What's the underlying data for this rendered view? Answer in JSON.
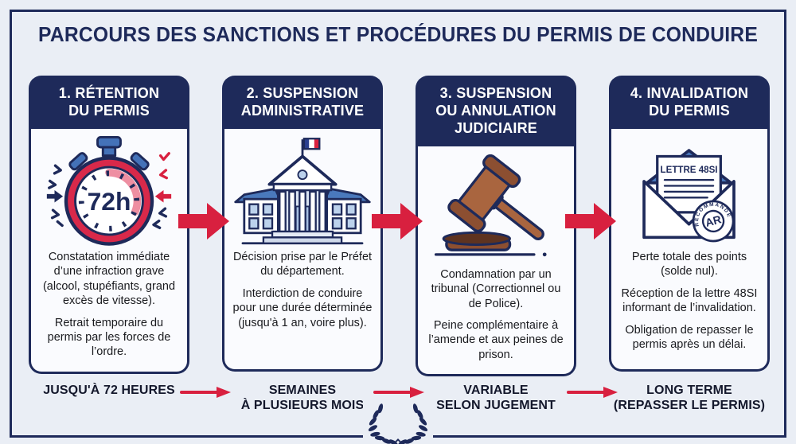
{
  "title": "PARCOURS DES SANCTIONS ET PROCÉDURES DU PERMIS DE CONDUIRE",
  "colors": {
    "navy": "#1e2a5a",
    "red": "#d8203f",
    "crimson_ring": "#d8294a",
    "pink_arc": "#ee8fa2",
    "blue": "#4472b8",
    "light_blue": "#bcd2ec",
    "brown": "#a9653f",
    "dark_brown": "#8c4f31",
    "background": "#eaeef5",
    "card_background": "#fafbfe",
    "body_text": "#191a1e"
  },
  "cards": [
    {
      "header": "1. RÉTENTION\nDU PERMIS",
      "icon": "stopwatch-72h",
      "icon_label": "72h",
      "paragraphs": [
        "Constatation immédiate d’une infraction grave (alcool, stupéfiants, grand excès de vitesse).",
        "Retrait temporaire du permis par les forces de l’ordre."
      ],
      "timeline_label": "JUSQU'À 72 HEURES"
    },
    {
      "header": "2. SUSPENSION\nADMINISTRATIVE",
      "icon": "prefecture-building",
      "paragraphs": [
        "Décision prise par le Préfet du département.",
        "Interdiction de conduire pour une durée déterminée (jusqu'à 1 an, voire plus)."
      ],
      "timeline_label": "SEMAINES\nÀ PLUSIEURS MOIS"
    },
    {
      "header": "3. SUSPENSION\nOU ANNULATION\nJUDICIAIRE",
      "icon": "justice-gavel",
      "paragraphs": [
        "Condamnation par un tribunal (Correctionnel ou de Police).",
        "Peine complémentaire à l’amende et aux peines de prison."
      ],
      "timeline_label": "VARIABLE\nSELON JUGEMENT"
    },
    {
      "header": "4. INVALIDATION\nDU PERMIS",
      "icon": "registered-letter-48si",
      "icon_label": "LETTRE 48SI",
      "stamp_ring": "RECOMMANDÉ",
      "stamp_center": "AR",
      "paragraphs": [
        "Perte totale des points (solde nul).",
        "Réception de la lettre 48SI informant de l’invalidation.",
        "Obligation de repasser le permis après un délai."
      ],
      "timeline_label": "LONG TERME\n(REPASSER LE PERMIS)"
    }
  ]
}
